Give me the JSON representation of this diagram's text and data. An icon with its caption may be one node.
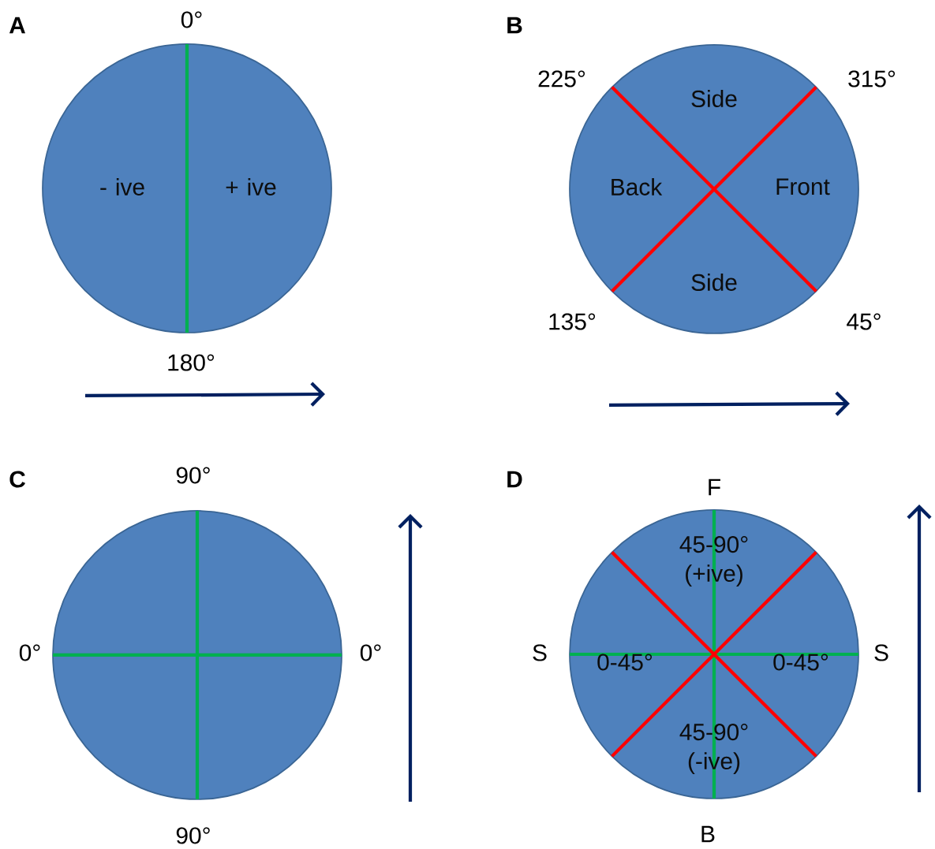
{
  "diagram": {
    "nodes": [
      {
        "text": [
          "- ive",
          "+ ive"
        ]
      },
      {
        "text": [
          "Side",
          "Back",
          "Front",
          "Side"
        ]
      },
      {
        "text": [],
        "shape": "circle"
      },
      {
        "text": [
          "45-90° (+ive)",
          "0-45°",
          "0-45°",
          "45-90° (-ive)"
        ]
      }
    ],
    "edges": [],
    "labels": [
      "A",
      "0°",
      "180°",
      "B",
      "225°",
      "315°",
      "135°",
      "45°",
      "C",
      "90°",
      "0°",
      "0°",
      "90°",
      "D",
      "F",
      "S",
      "S",
      "B"
    ]
  }
}
